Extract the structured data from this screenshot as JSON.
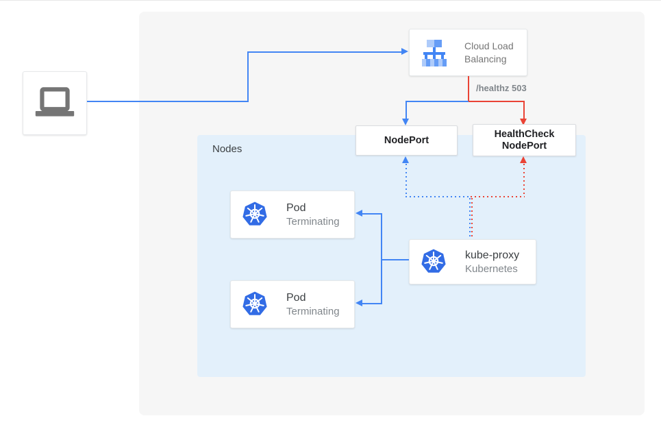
{
  "diagram": {
    "client": {
      "icon": "laptop-icon"
    },
    "load_balancer": {
      "label": "Cloud Load Balancing",
      "icon": "cloud-load-balancing-icon"
    },
    "edge_label": "/healthz 503",
    "node_port": {
      "label": "NodePort"
    },
    "health_check_node_port": {
      "line1": "HealthCheck",
      "line2": "NodePort"
    },
    "nodes_group": {
      "label": "Nodes"
    },
    "pod1": {
      "title": "Pod",
      "status": "Terminating",
      "icon": "kubernetes-helm-icon"
    },
    "pod2": {
      "title": "Pod",
      "status": "Terminating",
      "icon": "kubernetes-helm-icon"
    },
    "kube_proxy": {
      "title": "kube-proxy",
      "subtitle": "Kubernetes",
      "icon": "kubernetes-helm-icon"
    },
    "colors": {
      "blue": "#4285F4",
      "red": "#EA4335",
      "kubernetes_blue": "#326CE5",
      "panel_background": "#F6F6F6",
      "nodes_background": "#E3F0FB",
      "gray_text": "#80868B"
    }
  }
}
